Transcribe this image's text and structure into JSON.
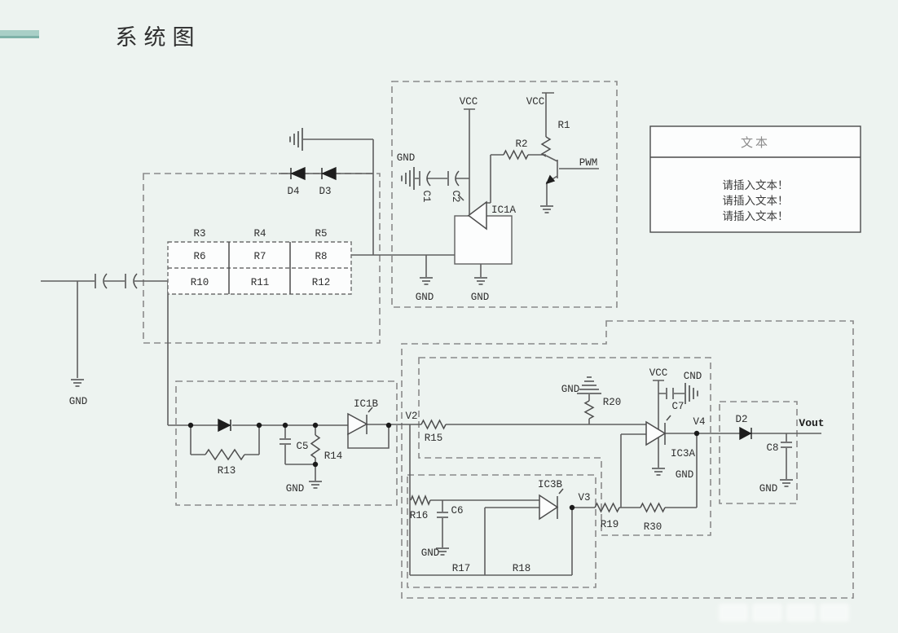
{
  "page": {
    "title": "系统图"
  },
  "text_panel": {
    "header": "文本",
    "lines": [
      "请插入文本！",
      "请插入文本！",
      "请插入文本！"
    ]
  },
  "grid": {
    "col_labels": [
      "R3",
      "R4",
      "R5"
    ],
    "rows": [
      [
        "R6",
        "R7",
        "R8"
      ],
      [
        "R10",
        "R11",
        "R12"
      ]
    ]
  },
  "labels": {
    "d4": "D4",
    "d3": "D3",
    "r1": "R1",
    "r2": "R2",
    "pwm": "PWM",
    "vcc_q": "VCC",
    "vcc_ic1a": "VCC",
    "vcc_ic3a": "VCC",
    "cnd": "CND",
    "c1": "C1",
    "c2": "C2",
    "c5": "C5",
    "c6": "C6",
    "c7": "C7",
    "c8": "C8",
    "ic1a": "IC1A",
    "ic1b": "IC1B",
    "ic3a": "IC3A",
    "ic3b": "IC3B",
    "r13": "R13",
    "r14": "R14",
    "r15": "R15",
    "r16": "R16",
    "r17": "R17",
    "r18": "R18",
    "r19": "R19",
    "r20": "R20",
    "r30": "R30",
    "d2": "D2",
    "v2": "V2",
    "v3": "V3",
    "v4": "V4",
    "vout": "Vout",
    "gnd_main": "GND",
    "gnd_c1": "GND",
    "gnd_wire": "GND",
    "gnd_ic1a": "GND",
    "gnd_r14": "GND",
    "gnd_c6": "GND",
    "gnd_r20": "GND",
    "gnd_ic3a": "GND",
    "gnd_c8": "GND"
  },
  "colors": {
    "accent_bar": "#a9cfc7",
    "accent_bar_dark": "#7fb2a9",
    "background": "#edf3f0"
  }
}
